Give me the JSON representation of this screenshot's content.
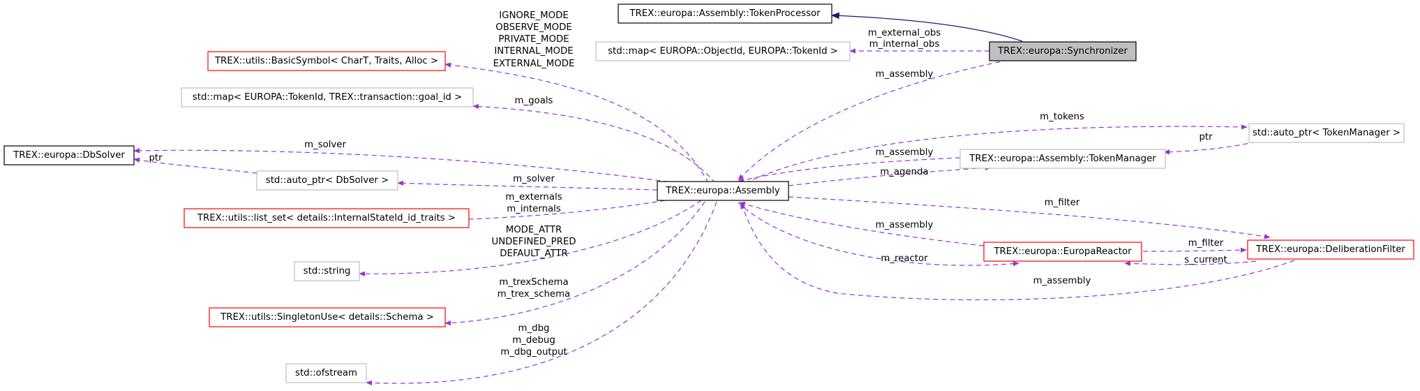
{
  "colors": {
    "usage_edge": "#9a32cd",
    "inherit_edge": "#191970",
    "documented_border": "#000000",
    "incomplete_border": "#ff0000",
    "undocumented_border": "#bfbfbf",
    "focus_fill": "#bfbfbf"
  },
  "nodes": {
    "token_processor": "TREX::europa::Assembly::TokenProcessor",
    "synchronizer": "TREX::europa::Synchronizer",
    "map_objectid": "std::map< EUROPA::ObjectId, EUROPA::TokenId >",
    "basic_symbol": "TREX::utils::BasicSymbol< CharT, Traits, Alloc >",
    "map_tokenid": "std::map< EUROPA::TokenId, TREX::transaction::goal_id >",
    "dbsolver": "TREX::europa::DbSolver",
    "autoptr_dbsolver": "std::auto_ptr< DbSolver >",
    "list_set": "TREX::utils::list_set< details::InternalStateId_id_traits >",
    "std_string": "std::string",
    "singleton": "TREX::utils::SingletonUse< details::Schema >",
    "ofstream": "std::ofstream",
    "assembly": "TREX::europa::Assembly",
    "autoptr_tm": "std::auto_ptr< TokenManager >",
    "token_manager": "TREX::europa::Assembly::TokenManager",
    "europa_reactor": "TREX::europa::EuropaReactor",
    "delib_filter": "TREX::europa::DeliberationFilter"
  },
  "edges": {
    "sync_obs": [
      "m_external_obs",
      "m_internal_obs"
    ],
    "sync_assembly": [
      "m_assembly"
    ],
    "symbol_modes": [
      "IGNORE_MODE",
      "OBSERVE_MODE",
      "PRIVATE_MODE",
      "INTERNAL_MODE",
      "EXTERNAL_MODE"
    ],
    "goals": [
      "m_goals"
    ],
    "tokens": [
      "m_tokens"
    ],
    "tm_ptr": [
      "ptr"
    ],
    "solver_top": [
      "m_solver"
    ],
    "dbsolver_ptr": [
      "ptr"
    ],
    "tm_assembly": [
      "m_assembly"
    ],
    "agenda": [
      "m_agenda"
    ],
    "solver_ptr": [
      "m_solver"
    ],
    "ext_int": [
      "m_externals",
      "m_internals"
    ],
    "filter": [
      "m_filter"
    ],
    "attrs": [
      "MODE_ATTR",
      "UNDEFINED_PRED",
      "DEFAULT_ATTR"
    ],
    "reactor_assembly": [
      "m_assembly"
    ],
    "reactor_filter": [
      "m_filter"
    ],
    "current": [
      "s_current"
    ],
    "reactor": [
      "m_reactor"
    ],
    "schema": [
      "m_trexSchema",
      "m_trex_schema"
    ],
    "filter_assembly": [
      "m_assembly"
    ],
    "dbg": [
      "m_dbg",
      "m_debug",
      "m_dbg_output"
    ]
  }
}
